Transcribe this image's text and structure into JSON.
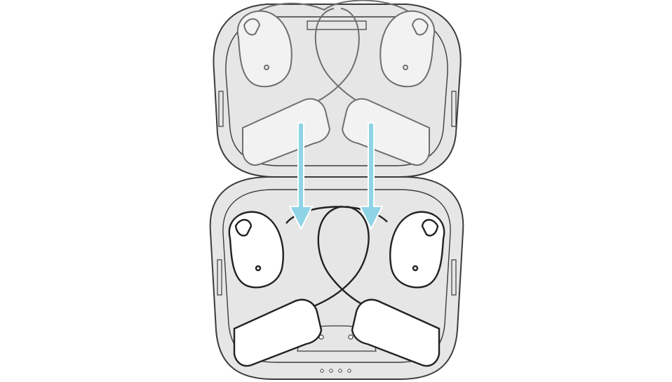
{
  "illustration": {
    "subject": "earbuds-charging-case",
    "step": "place-earbuds-into-case"
  },
  "colors": {
    "background": "#ffffff",
    "case_fill": "#e6e6e6",
    "case_stroke": "#3c3c3c",
    "ghost_earbud_fill": "#f2f2f2",
    "ghost_earbud_stroke": "#6e6e6e",
    "earbud_fill": "#ffffff",
    "earbud_stroke": "#222222",
    "arrow_fill": "#8ed4e6",
    "arrow_outline": "#ffffff"
  },
  "icons": {
    "arrows": [
      "arrow-down-icon",
      "arrow-down-icon"
    ],
    "indicator_lights": 4
  }
}
